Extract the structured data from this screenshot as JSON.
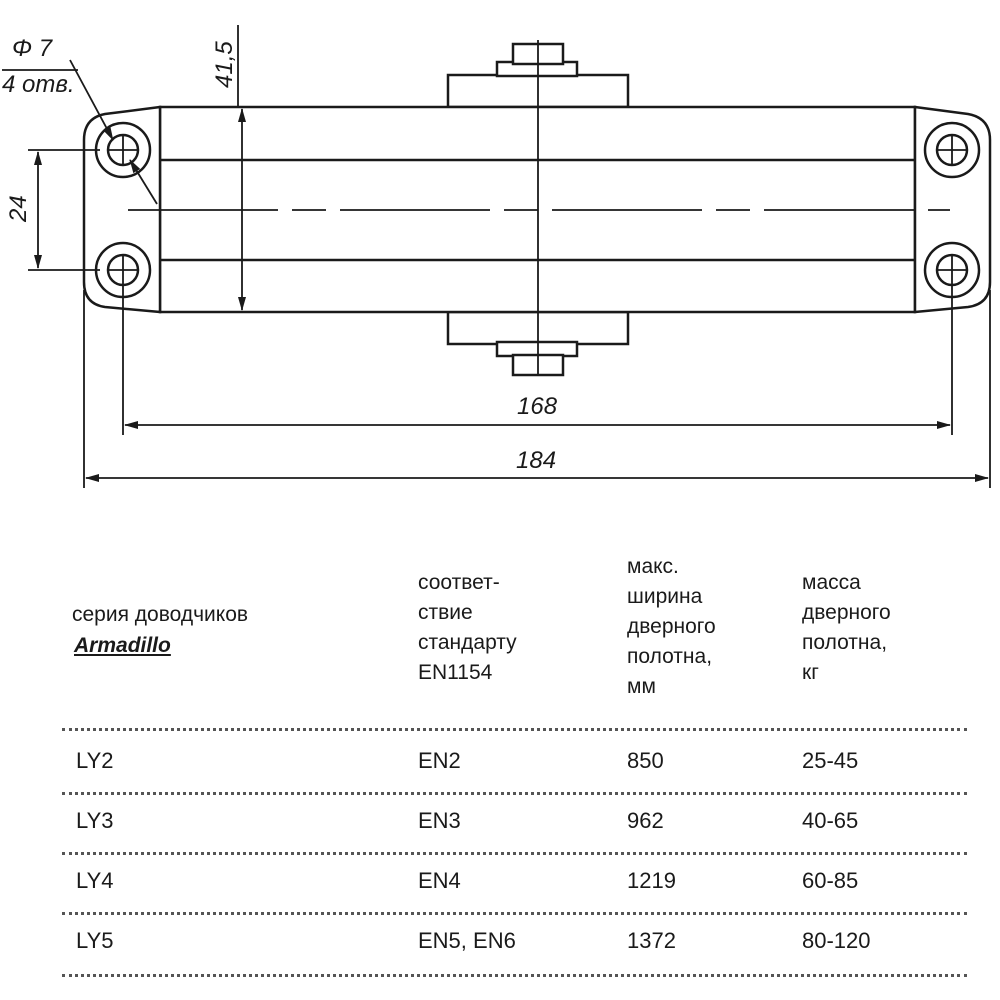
{
  "drawing": {
    "hole_diameter": "Φ 7",
    "hole_count": "4 отв.",
    "height_dim": "41,5",
    "hole_spacing_dim": "24",
    "inner_length_dim": "168",
    "overall_length_dim": "184"
  },
  "table": {
    "headers": {
      "series": "серия доводчиков",
      "brand": "Armadillo",
      "standard": "соответ-\nствие\nстандарту\nEN1154",
      "width": "макс.\nширина\nдверного\nполотна,\nмм",
      "mass": "масса\nдверного\nполотна,\nкг"
    },
    "rows": [
      {
        "series": "LY2",
        "standard": "EN2",
        "width": "850",
        "mass": "25-45"
      },
      {
        "series": "LY3",
        "standard": "EN3",
        "width": "962",
        "mass": "40-65"
      },
      {
        "series": "LY4",
        "standard": "EN4",
        "width": "1219",
        "mass": "60-85"
      },
      {
        "series": "LY5",
        "standard": "EN5, EN6",
        "width": "1372",
        "mass": "80-120"
      }
    ]
  }
}
